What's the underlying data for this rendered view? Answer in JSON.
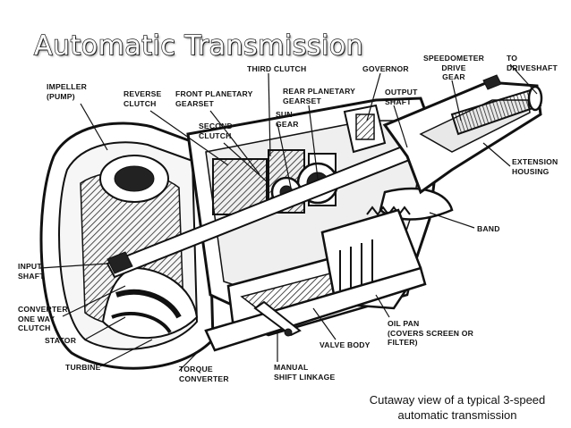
{
  "title": "Automatic Transmission",
  "caption": {
    "line1": "Cutaway view of a typical 3-speed",
    "line2": "automatic transmission"
  },
  "labels": {
    "impeller": "IMPELLER\n(PUMP)",
    "reverse_clutch": "REVERSE\nCLUTCH",
    "front_planetary_gearset": "FRONT PLANETARY\nGEARSET",
    "third_clutch": "THIRD CLUTCH",
    "governor": "GOVERNOR",
    "speedometer_drive_gear": "SPEEDOMETER\nDRIVE\nGEAR",
    "to_driveshaft": "TO\nDRIVESHAFT",
    "rear_planetary_gearset": "REAR PLANETARY\nGEARSET",
    "output_shaft": "OUTPUT\nSHAFT",
    "second_clutch": "SECOND\nCLUTCH",
    "sun_gear": "SUN\nGEAR",
    "extension_housing": "EXTENSION\nHOUSING",
    "band": "BAND",
    "input_shaft": "INPUT\nSHAFT",
    "converter_one_way_clutch": "CONVERTER\nONE WAY\nCLUTCH",
    "stator": "STATOR",
    "turbine": "TURBINE",
    "torque_converter": "TORQUE\nCONVERTER",
    "manual_shift_linkage": "MANUAL\nSHIFT LINKAGE",
    "valve_body": "VALVE BODY",
    "oil_pan": "OIL PAN\n(COVERS SCREEN OR\nFILTER)"
  }
}
